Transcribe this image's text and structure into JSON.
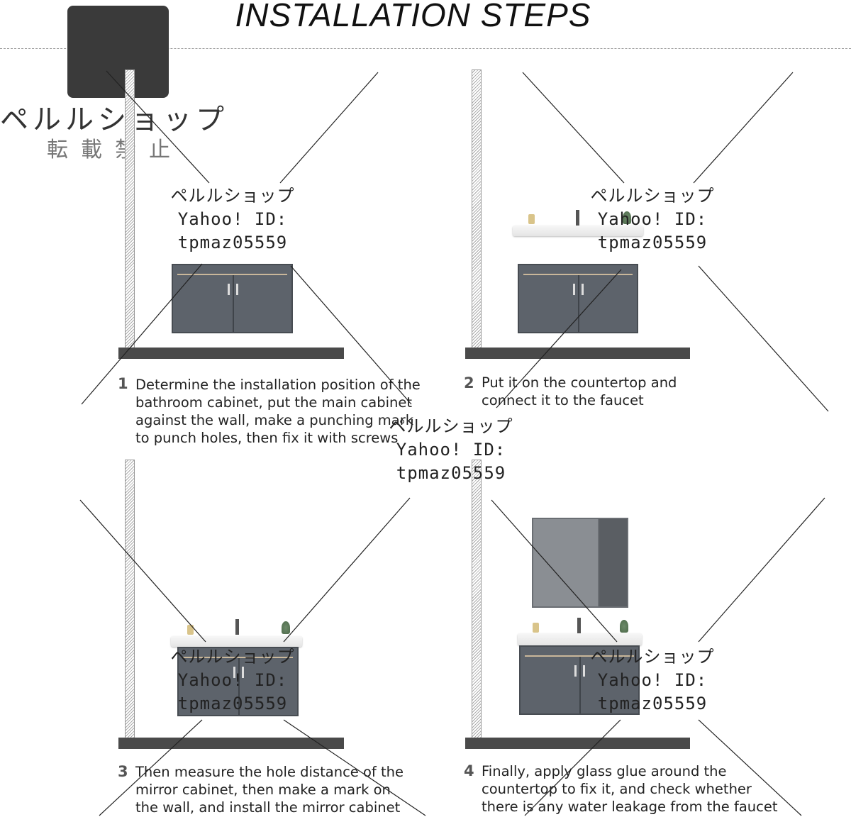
{
  "header": {
    "title": "INSTALLATION STEPS"
  },
  "logo": {
    "name": "ペルルショップ",
    "notice": "転載禁止"
  },
  "watermark": {
    "shop": "ペルルショップ",
    "yahoo_id": "Yahoo! ID:",
    "id": "tpmaz05559"
  },
  "steps": [
    {
      "number": "1",
      "text": "Determine the installation position of the\nbathroom cabinet, put the main cabinet\nagainst the wall, make a punching mark\nto punch holes, then fix it with screws"
    },
    {
      "number": "2",
      "text": "Put it on the countertop and\nconnect it to the faucet"
    },
    {
      "number": "3",
      "text": "Then measure the hole distance of the\nmirror cabinet, then make a mark on\nthe wall, and install the mirror cabinet"
    },
    {
      "number": "4",
      "text": "Finally, apply glass glue around the\ncountertop to fix it, and check whether\nthere is any water leakage from the faucet"
    }
  ]
}
